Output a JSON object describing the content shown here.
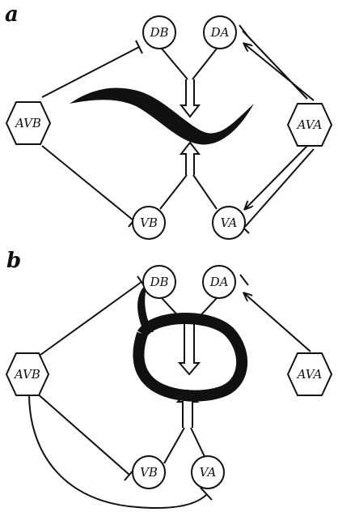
{
  "panels": [
    {
      "letter": "a",
      "nodes": {
        "dorsal_b": "DB",
        "dorsal_a": "DA",
        "command_left": "AVB",
        "command_right": "AVA",
        "ventral_b": "VB",
        "ventral_a": "VA"
      }
    },
    {
      "letter": "b",
      "nodes": {
        "dorsal_b": "DB",
        "dorsal_a": "DA",
        "command_left": "AVB",
        "command_right": "AVA",
        "ventral_b": "VB",
        "ventral_a": "VA"
      }
    }
  ],
  "colors": {
    "ink": "#111111",
    "background": "#ffffff"
  }
}
